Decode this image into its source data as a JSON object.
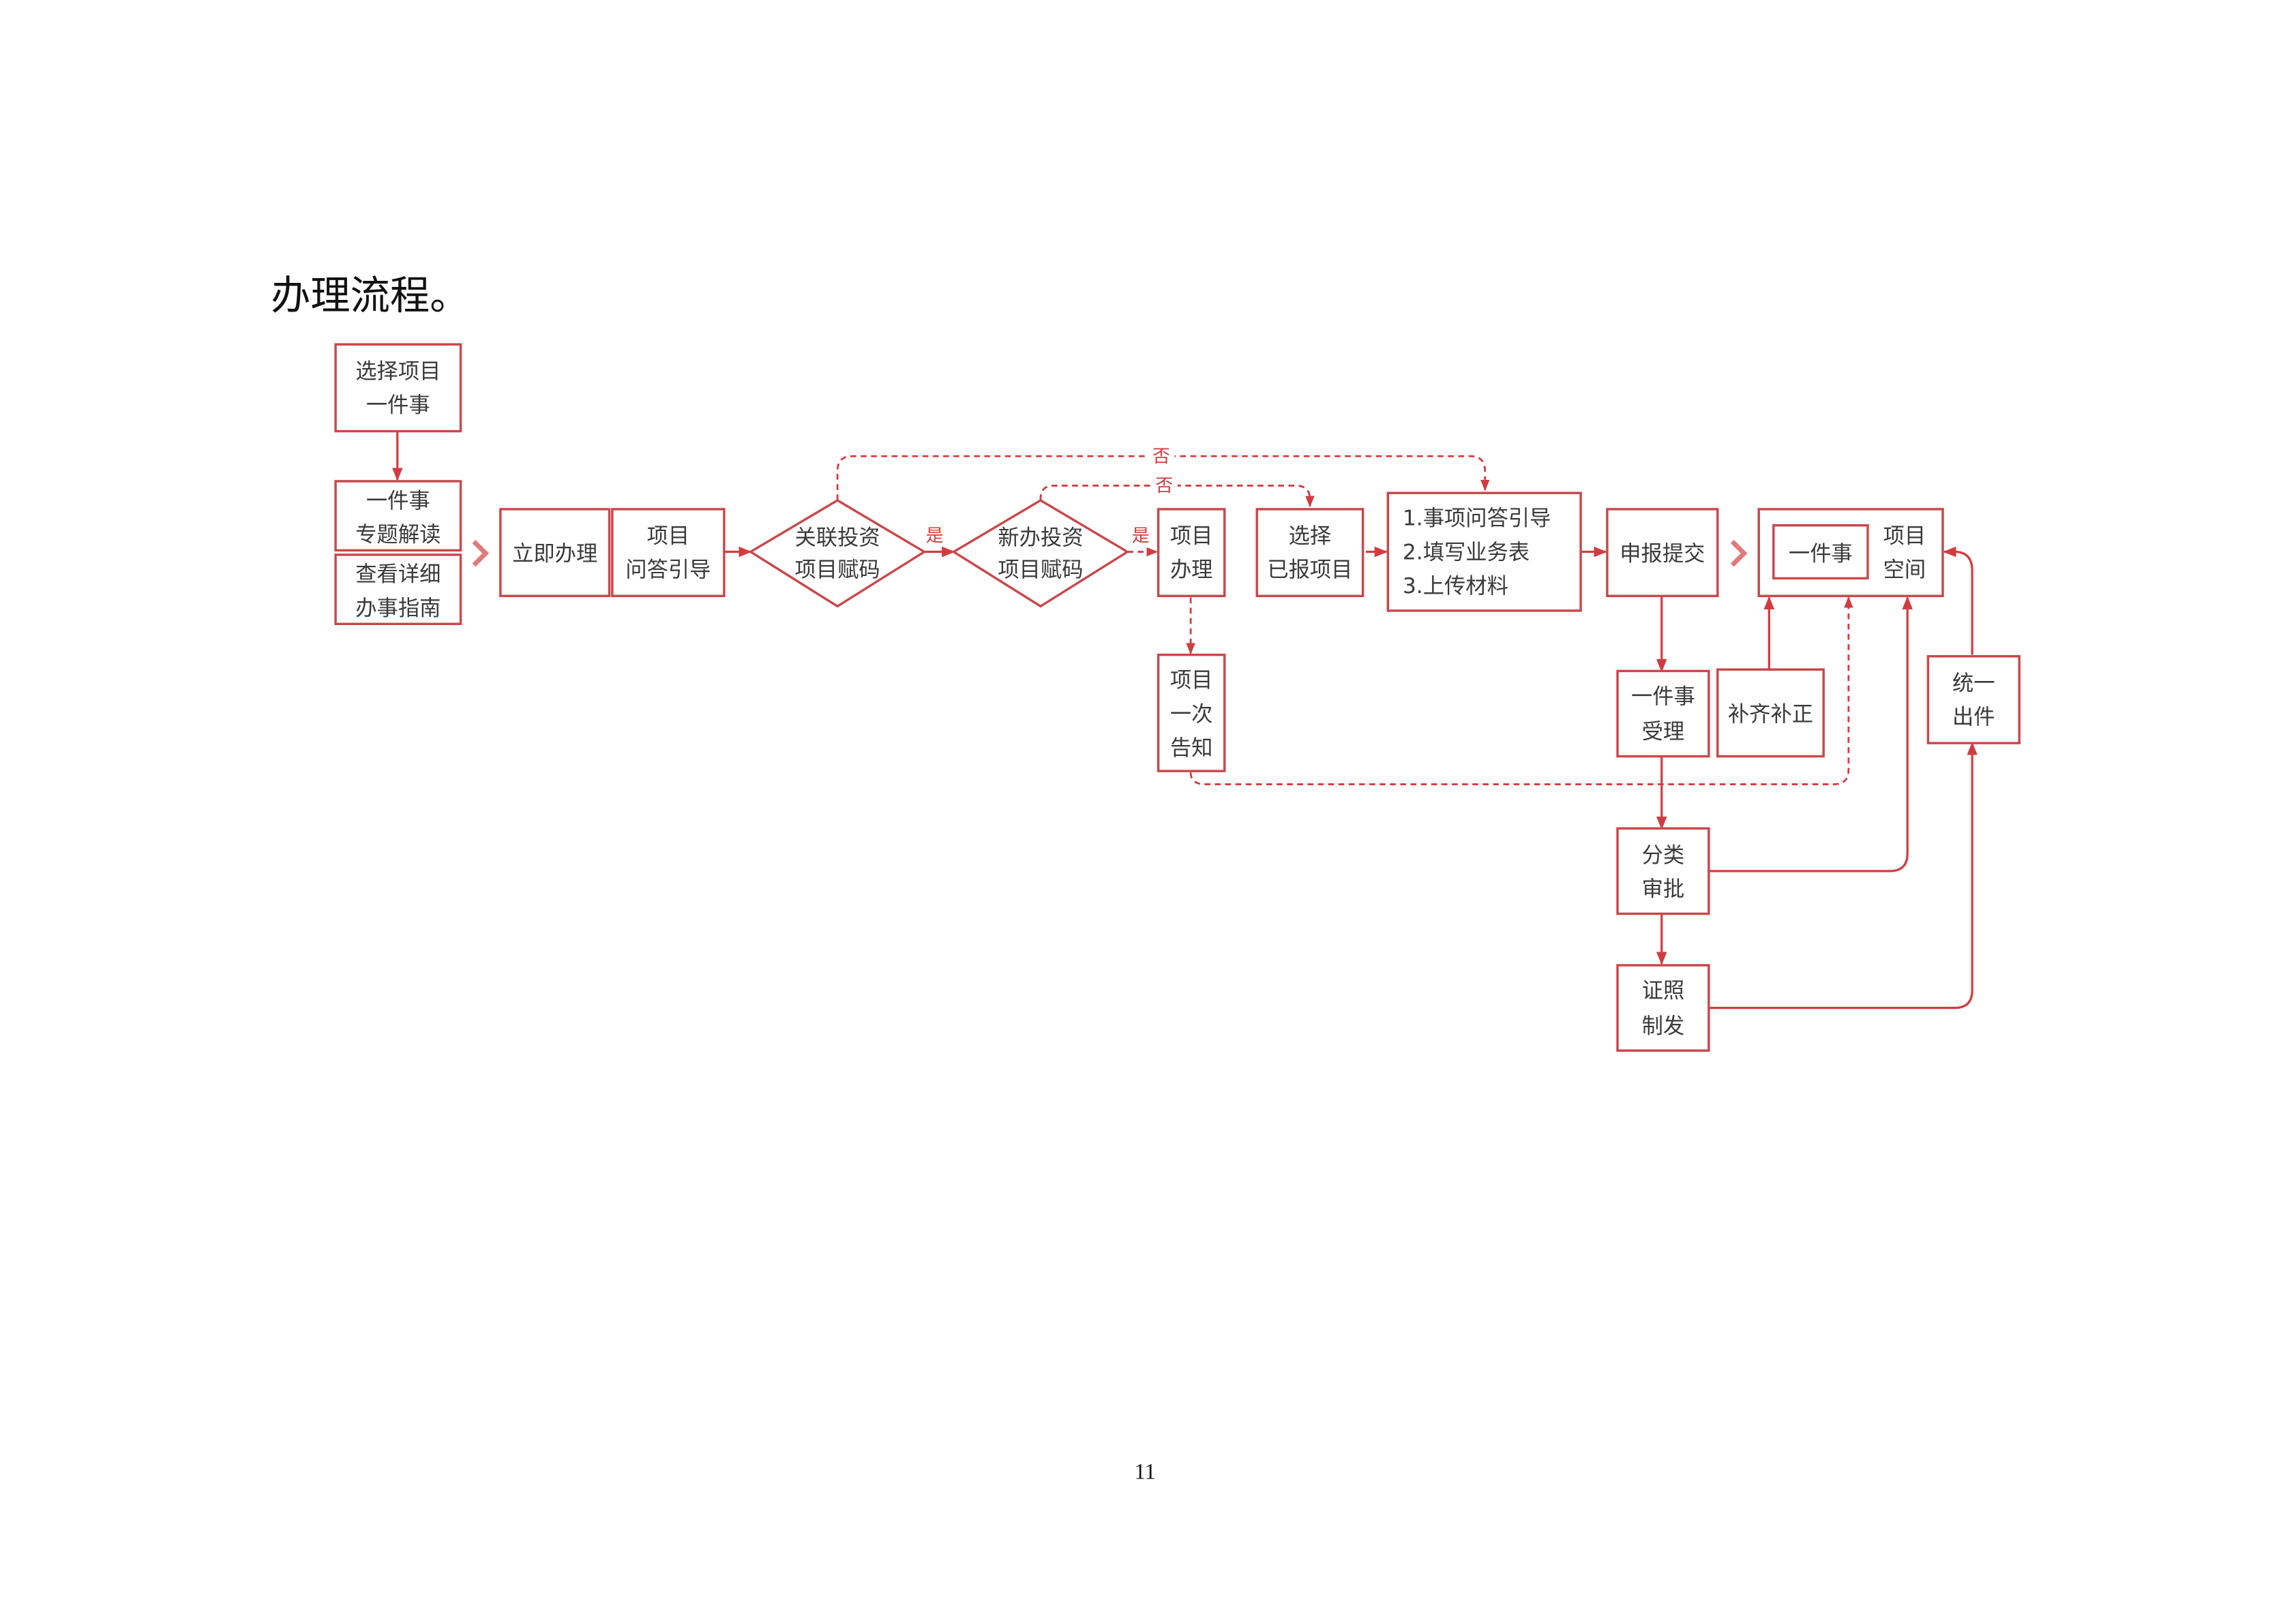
{
  "title": "办理流程。",
  "page_number": "11",
  "colors": {
    "accent": "#d23c40",
    "box_border": "#c9484b",
    "text": "#3a3a3a"
  },
  "nodes": {
    "select_item": [
      "选择项目",
      "一件事"
    ],
    "topic_read": [
      "一件事",
      "专题解读"
    ],
    "guide": [
      "查看详细",
      "办事指南"
    ],
    "start_now": "立即办理",
    "qa_guide": [
      "项目",
      "问答引导"
    ],
    "related_code": [
      "关联投资",
      "项目赋码"
    ],
    "new_code": [
      "新办投资",
      "项目赋码"
    ],
    "project_handle": [
      "项目",
      "办理"
    ],
    "select_reported": [
      "选择",
      "已报项目"
    ],
    "steps": [
      "1.事项问答引导",
      "2.填写业务表",
      "3.上传材料"
    ],
    "submit": "申报提交",
    "space_inner": "一件事",
    "space_label": [
      "项目",
      "空间"
    ],
    "one_notice": [
      "项目",
      "一次",
      "告知"
    ],
    "accept": [
      "一件事",
      "受理"
    ],
    "supplement": "补齐补正",
    "unified_issue": [
      "统一",
      "出件"
    ],
    "classify": [
      "分类",
      "审批"
    ],
    "license": [
      "证照",
      "制发"
    ]
  },
  "edge_labels": {
    "yes1": "是",
    "yes2": "是",
    "no1": "否",
    "no2": "否"
  }
}
